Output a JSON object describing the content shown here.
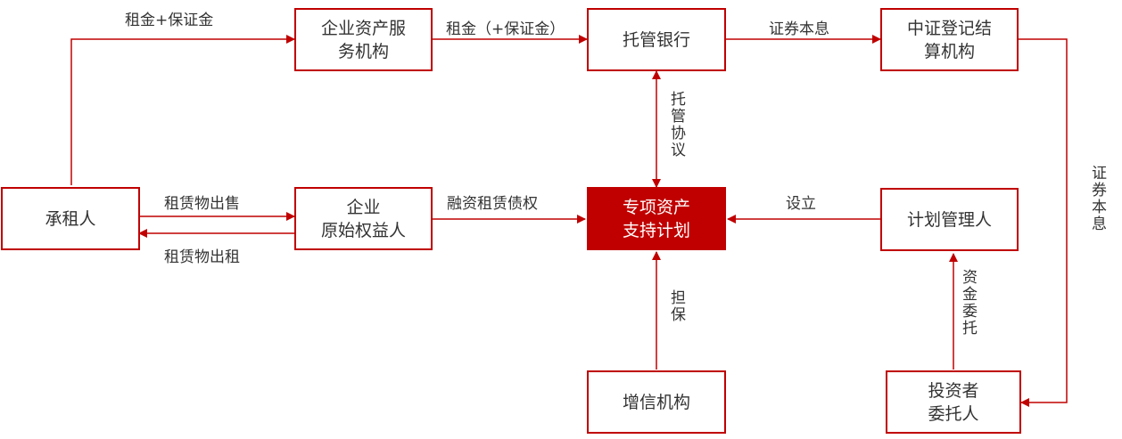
{
  "nodes": {
    "lessee": "承租人",
    "asset_service": [
      "企业资产服",
      "务机构"
    ],
    "custodian_bank": "托管银行",
    "csdc": [
      "中证登记结",
      "算机构"
    ],
    "original_owner": [
      "企业",
      "原始权益人"
    ],
    "abs_plan": [
      "专项资产",
      "支持计划"
    ],
    "plan_manager": "计划管理人",
    "credit_enhancer": "增信机构",
    "investor": [
      "投资者",
      "委托人"
    ]
  },
  "edges": {
    "lessee_to_service": "租金+保证金",
    "service_to_bank": "租金（+保证金）",
    "bank_to_csdc": "证券本息",
    "csdc_to_investor": "证券本息",
    "custody_agreement": "托管协议",
    "sale": "租赁物出售",
    "leaseback": "租赁物出租",
    "financing_claim": "融资租赁债权",
    "establish": "设立",
    "fund_entrust": "资金委托",
    "guarantee": "担保"
  },
  "colors": {
    "accent": "#c00000",
    "text": "#333333"
  }
}
